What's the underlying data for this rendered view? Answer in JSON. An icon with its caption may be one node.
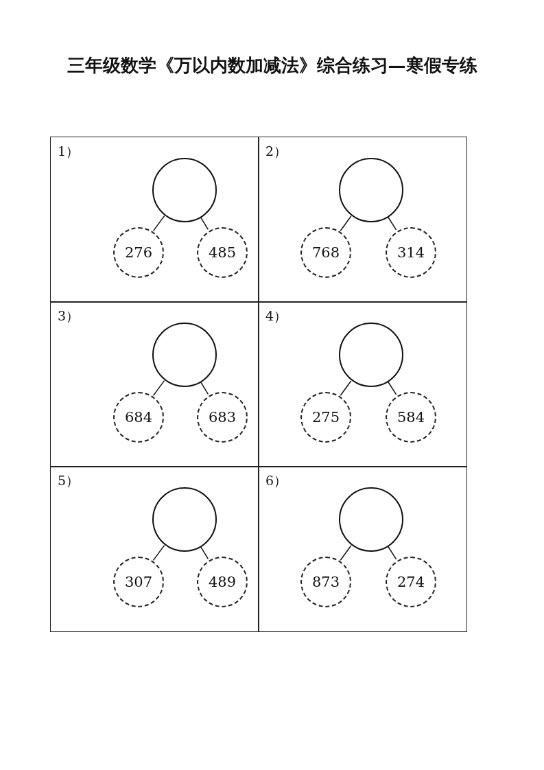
{
  "diagram": {
    "title": "三年级数学《万以内数加减法》综合练习—寒假专练",
    "nodes": [
      {
        "text": [
          "1）"
        ]
      },
      {
        "text": [],
        "shape": "circle",
        "in": 0
      },
      {
        "text": [
          "276"
        ],
        "in": 0
      },
      {
        "text": [
          "485"
        ],
        "in": 0
      },
      {
        "text": [
          "2）"
        ]
      },
      {
        "text": [],
        "shape": "circle",
        "in": 4
      },
      {
        "text": [
          "768"
        ],
        "in": 4
      },
      {
        "text": [
          "314"
        ],
        "in": 4
      },
      {
        "text": [
          "3）"
        ]
      },
      {
        "text": [],
        "shape": "circle",
        "in": 8
      },
      {
        "text": [
          "684"
        ],
        "in": 8
      },
      {
        "text": [
          "683"
        ],
        "in": 8
      },
      {
        "text": [
          "4）"
        ]
      },
      {
        "text": [],
        "shape": "circle",
        "in": 12
      },
      {
        "text": [
          "275"
        ],
        "in": 12
      },
      {
        "text": [
          "584"
        ],
        "in": 12
      },
      {
        "text": [
          "5）"
        ]
      },
      {
        "text": [],
        "shape": "circle",
        "in": 16
      },
      {
        "text": [
          "307"
        ],
        "in": 16
      },
      {
        "text": [
          "489"
        ],
        "in": 16
      },
      {
        "text": [
          "6）"
        ]
      },
      {
        "text": [],
        "shape": "circle",
        "in": 20
      },
      {
        "text": [
          "873"
        ],
        "in": 20
      },
      {
        "text": [
          "274"
        ],
        "in": 20
      }
    ],
    "edges": [
      {
        "from": 1,
        "to": 2,
        "arrow": "none"
      },
      {
        "from": 1,
        "to": 3,
        "arrow": "none"
      },
      {
        "from": 5,
        "to": 6,
        "arrow": "none"
      },
      {
        "from": 5,
        "to": 7,
        "arrow": "none"
      },
      {
        "from": 9,
        "to": 10,
        "arrow": "none"
      },
      {
        "from": 9,
        "to": 11,
        "arrow": "none"
      },
      {
        "from": 13,
        "to": 14,
        "arrow": "none"
      },
      {
        "from": 13,
        "to": 15,
        "arrow": "none"
      },
      {
        "from": 17,
        "to": 18,
        "arrow": "none"
      },
      {
        "from": 17,
        "to": 19,
        "arrow": "none"
      },
      {
        "from": 21,
        "to": 22,
        "arrow": "none"
      },
      {
        "from": 21,
        "to": 23,
        "arrow": "none"
      }
    ]
  }
}
